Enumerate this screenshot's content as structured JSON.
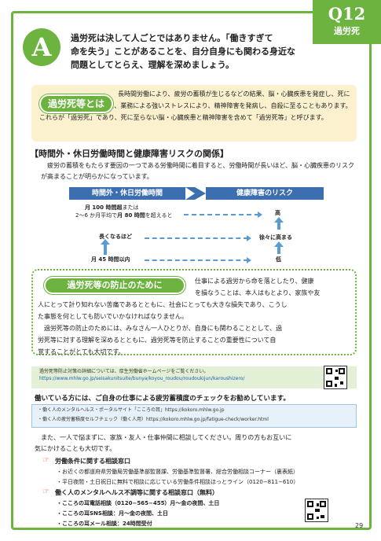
{
  "header": {
    "question_no": "Q12",
    "category": "過労死"
  },
  "answer": {
    "badge": "A",
    "lines": [
      "過労死は決して人ごとではありません。「働きすぎて",
      "命を失う」ことがあることを、自分自身にも関わる身近な",
      "問題としてとらえ、理解を深めましょう。"
    ]
  },
  "definition": {
    "label": "過労死等とは",
    "text": "長時間労働により、疲労の蓄積が生じるなどの結果、脳・心臓疾患を発症し、死に至ることがあります。また、業務による強いストレスにより、精神障害を発病し、自殺に至ることもあります。これらが「過労死」であり、死に至らない脳・心臓疾患と精神障害を含めて「過労死等」と呼びます。"
  },
  "risk": {
    "title": "【時間外・休日労働時間と健康障害リスクの関係】",
    "body": "疲労の蓄積をもたらす要因の一つである労働時間に着目すると、労働時間が長いほど、脳・心臓疾患のリスクが高まることが明らかになっています。",
    "figure": {
      "left_header": "時間外・休日労働時間",
      "right_header": "健康障害のリスク",
      "row1_a": "月 100 時間超",
      "row1_b": "または",
      "row1_c": "2〜6 か月平均で",
      "row1_d": "月 80 時間",
      "row1_e": "を超えると",
      "row1_risk": "高",
      "row2_label": "長くなるほど",
      "row2_risk": "徐々に高まる",
      "row3_label": "月 45 時間以内",
      "row3_risk": "低"
    }
  },
  "prevention": {
    "label": "過労死等の防止のために",
    "lines": [
      "仕事による過労から命を落としたり、健康",
      "を損なうことは、本人はもとより、家族や友",
      "人にとって計り知れない苦痛であるとともに、社会にとっても大きな損失であり、こうし",
      "た事態を何としても防いでいかなければなりません。",
      "過労死等の防止のためには、みなさん一人ひとりが、自身にも関わることとして、過",
      "労死等に対する理解を深めるとともに、過労死等を防止することの重要性について自",
      "覚することがとても大切です。"
    ]
  },
  "info": {
    "text": "過労死等防止対策の詳細については、厚生労働省ホームページをご覧ください。",
    "url": "https://www.mhlw.go.jp/seisakunitsuite/bunya/koyou_roudou/roudoukijun/karoushizero/"
  },
  "check_line": "働いている方には、ご自身の仕事による疲労蓄積度のチェックをお勧めしています。",
  "mental": {
    "line1": "・働く人のメンタルヘルス・ポータルサイト「こころの耳」https://kokoro.mhlw.go.jp",
    "line2": "・働く人の疲労蓄積度セルフチェック（働く人用）https://kokoro.mhlw.go.jp/fatigue-check/worker.html"
  },
  "consult": {
    "intro1": "また、一人で悩まずに、家族・友人・仕事仲間に相談してください。周りの方もお互いに",
    "intro2": "気にかけることも大切です。",
    "labor": {
      "head": "労働条件に関する相談窓口",
      "item1": "・お近くの都道府県労働局労働基準部監督課、労働基準監督署、総合労働相談コーナー（裏表紙）",
      "item2": "・平日夜間・土日祝日に無料で相談に応じている労働条件相談ほっとライン（0120−811−610）"
    },
    "mental": {
      "head": "働く人のメンタルヘルス不調等に関する相談窓口（無料）",
      "item1": "・こころの耳電話相談（0120−565−455）月〜金の夜間、土日",
      "item2": "・こころの耳SNS相談：月〜金の夜間、土日",
      "item3": "・こころの耳メール相談：24時間受付"
    }
  },
  "page_number": "29",
  "colors": {
    "green": "#6cb33f",
    "blue": "#3c6fb0",
    "cream": "#fbf1cf",
    "light_green": "#e4f0d5",
    "light_blue": "#e7f1fa",
    "accent_red": "#e0472c"
  }
}
